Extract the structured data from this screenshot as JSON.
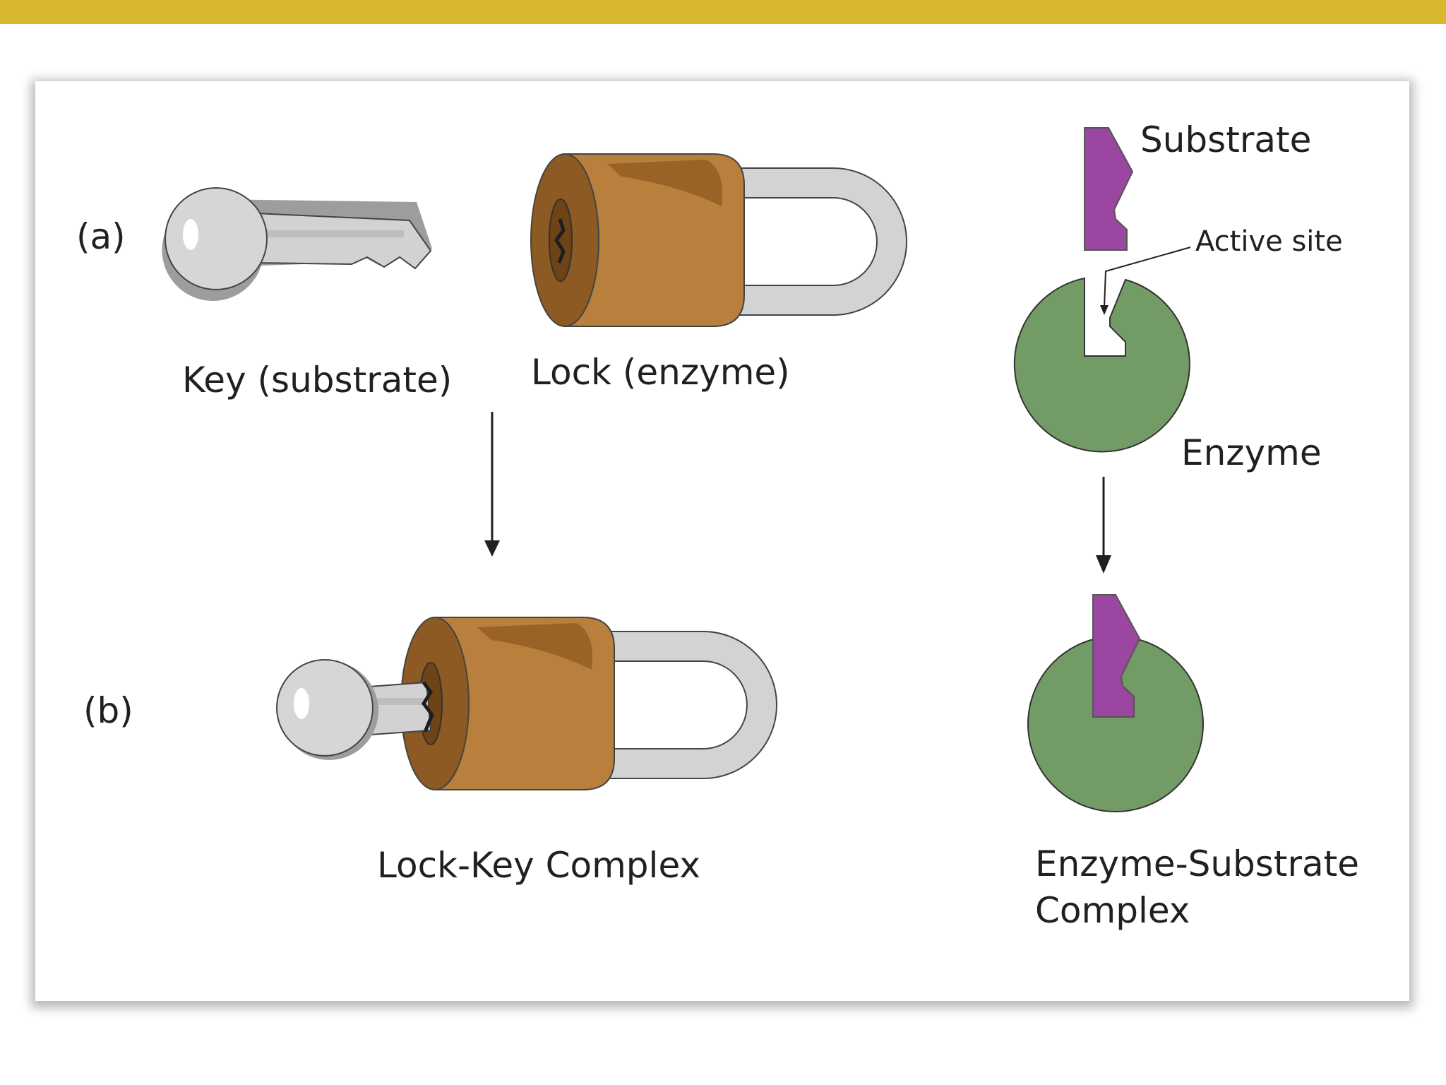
{
  "colors": {
    "top_bar": "#d6b72d",
    "lock_body": "#b97f3c",
    "lock_face": "#8c5a22",
    "lock_highlight": "#8f5a1f",
    "shackle": "#d3d3d3",
    "key": "#cfcfcf",
    "enzyme": "#739b66",
    "substrate": "#9b46a0"
  },
  "icons": [
    "key-icon",
    "padlock-icon",
    "enzyme-shape",
    "substrate-shape",
    "arrow-down-icon"
  ],
  "labels": {
    "row_a": "(a)",
    "row_b": "(b)",
    "key": "Key (substrate)",
    "lock": "Lock (enzyme)",
    "lock_key_complex": "Lock-Key Complex",
    "substrate": "Substrate",
    "active_site": "Active site",
    "enzyme": "Enzyme",
    "es_complex_line1": "Enzyme-Substrate",
    "es_complex_line2": "Complex"
  }
}
